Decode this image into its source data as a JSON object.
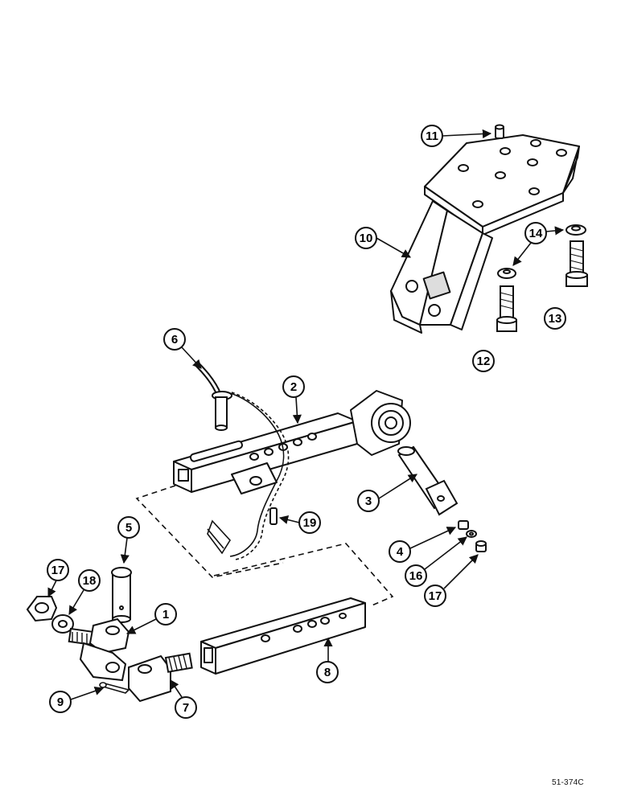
{
  "diagram": {
    "reference_code": "51-374C",
    "callouts": [
      "1",
      "2",
      "3",
      "4",
      "5",
      "6",
      "7",
      "8",
      "9",
      "10",
      "11",
      "12",
      "13",
      "14",
      "16",
      "17",
      "17",
      "18",
      "19"
    ]
  }
}
